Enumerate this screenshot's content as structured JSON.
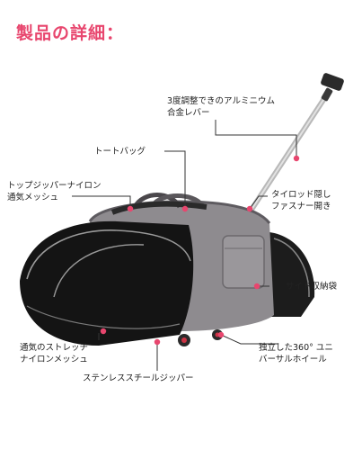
{
  "title": "製品の詳細：",
  "colors": {
    "accent": "#e8466e",
    "leader": "#333333",
    "bag_gray": "#8e8b8f",
    "mesh": "#1a1a1a"
  },
  "callouts": {
    "handle": {
      "line1": "3度調整できのアルミニウム",
      "line2": "合金レバー"
    },
    "tote": {
      "line1": "トートバッグ"
    },
    "top_mesh": {
      "line1": "トップジッパーナイロン",
      "line2": "通気メッシュ"
    },
    "tie_rod": {
      "line1": "タイロッド隠し",
      "line2": "ファスナー開き"
    },
    "side_pocket": {
      "line1": "サイド収納袋"
    },
    "side_mesh": {
      "line1": "通気のストレッチ",
      "line2": "ナイロンメッシュ"
    },
    "wheels": {
      "line1": "独立した360° ユニ",
      "line2": "バーサルホイール"
    },
    "zipper": {
      "line1": "ステンレススチールジッパー"
    }
  }
}
